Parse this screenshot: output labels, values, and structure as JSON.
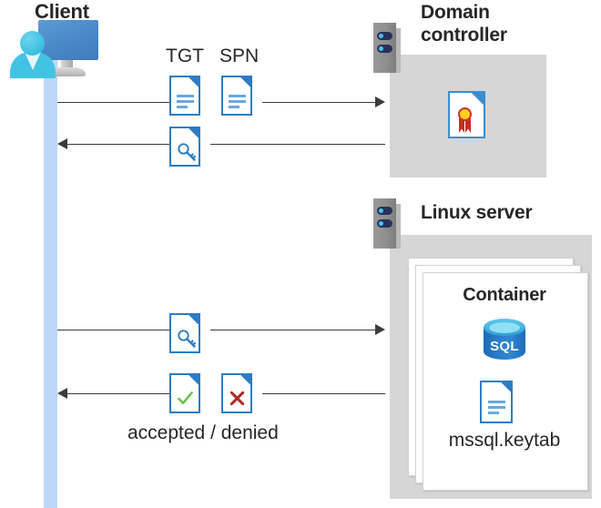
{
  "diagram": {
    "title": "Kerberos authentication flow between client, domain controller and Linux server container",
    "background": "#ffffff",
    "colors": {
      "lifeline": "#bcd8f7",
      "zone_gray": "#d6d6d6",
      "server_gray": "#8e8e8e",
      "doc_blue": "#2e7cc4",
      "accent_blue": "#2b7ccb",
      "cyan": "#43c3e3",
      "check_green": "#6abf4b",
      "cross_red": "#b02a25",
      "cert_yellow": "#ffd21e",
      "cert_red": "#cc2a22",
      "arrow": "#3b3b3b",
      "text": "#262626"
    }
  },
  "actors": {
    "client": {
      "label": "Client",
      "icon": "user-computer-icon"
    },
    "domain_controller": {
      "label_line1": "Domain",
      "label_line2": "controller",
      "icon": "server-rack-icon",
      "contents": [
        {
          "name": "certificate-document-icon",
          "label": ""
        }
      ]
    },
    "linux_server": {
      "label": "Linux server",
      "icon": "server-rack-icon",
      "container": {
        "label": "Container",
        "stack_count": 3,
        "contents": [
          {
            "name": "sql-database-icon",
            "label": "SQL"
          },
          {
            "name": "keytab-document-icon",
            "label": "mssql.keytab"
          }
        ]
      }
    }
  },
  "messages": [
    {
      "id": "msg-tgt-spn-request",
      "direction": "right",
      "from": "client",
      "to": "domain_controller",
      "artifacts": [
        {
          "label": "TGT",
          "icon": "text-document-icon"
        },
        {
          "label": "SPN",
          "icon": "text-document-icon"
        }
      ]
    },
    {
      "id": "msg-service-ticket-response",
      "direction": "left",
      "from": "domain_controller",
      "to": "client",
      "artifacts": [
        {
          "label": "",
          "icon": "key-document-icon"
        }
      ]
    },
    {
      "id": "msg-ticket-presentation",
      "direction": "right",
      "from": "client",
      "to": "linux_server",
      "artifacts": [
        {
          "label": "",
          "icon": "key-document-icon"
        }
      ]
    },
    {
      "id": "msg-auth-result",
      "direction": "left",
      "from": "linux_server",
      "to": "client",
      "caption": "accepted / denied",
      "artifacts": [
        {
          "label": "",
          "icon": "check-document-icon"
        },
        {
          "label": "",
          "icon": "cross-document-icon"
        }
      ]
    }
  ],
  "labels": {
    "tgt": "TGT",
    "spn": "SPN",
    "accepted_denied": "accepted / denied",
    "sql": "SQL",
    "keytab_filename": "mssql.keytab",
    "container": "Container",
    "client": "Client",
    "domain_line1": "Domain",
    "domain_line2": "controller",
    "linux_server": "Linux server"
  }
}
